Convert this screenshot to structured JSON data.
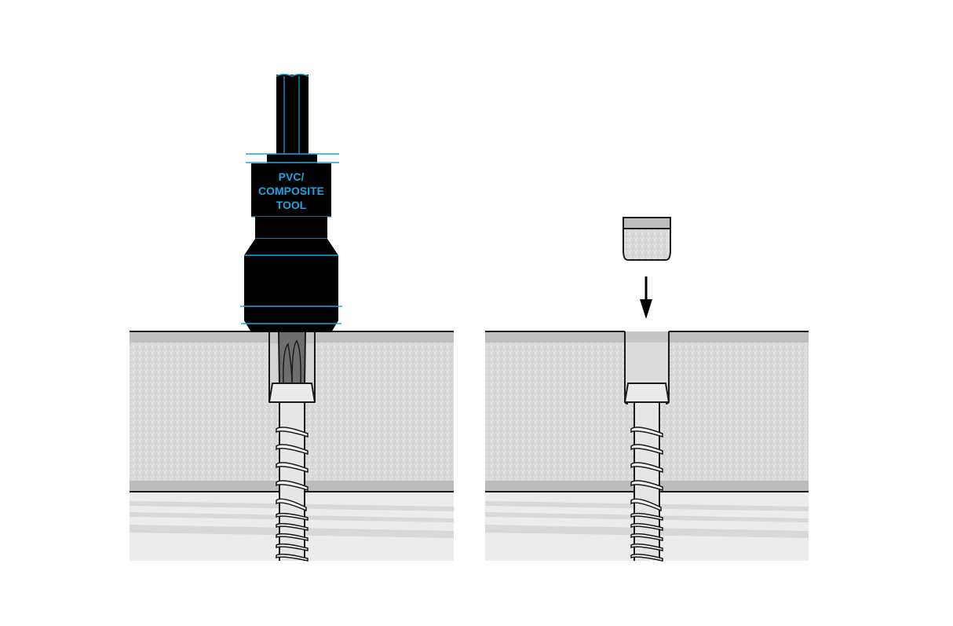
{
  "panels": [
    {
      "id": "left",
      "description": "Screw driven through decking with PVC/composite tool",
      "tool": {
        "label_lines": [
          "PVC/",
          "COMPOSITE",
          "TOOL"
        ]
      }
    },
    {
      "id": "right",
      "description": "Plug inserted into counterbore above screw head",
      "arrow": "down-arrow"
    }
  ],
  "colors": {
    "tool_body": "#000000",
    "tool_accent": "#1aa6e0",
    "board_texture": "#d9d9d9",
    "board_top_band": "#bdbdbd",
    "joist": "#ececec",
    "joist_stripe": "#d6d6d6",
    "screw": "#e6e6e6",
    "bit": "#6e6e6e",
    "outline": "#1a1a1a"
  }
}
